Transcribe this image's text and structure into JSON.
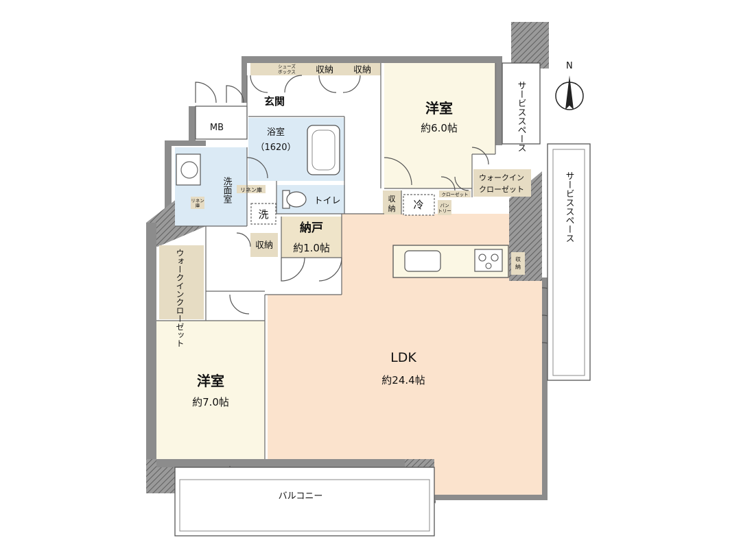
{
  "rooms": {
    "western_room_1": {
      "name": "洋室",
      "size": "約6.0帖",
      "color": "#fbf7e4"
    },
    "western_room_2": {
      "name": "洋室",
      "size": "約7.0帖",
      "color": "#fbf7e4"
    },
    "ldk": {
      "name": "LDK",
      "size": "約24.4帖",
      "color": "#fbe3cd"
    },
    "storage_room": {
      "name": "納戸",
      "size": "約1.0帖",
      "color": "#efe4c9"
    },
    "bathroom": {
      "name": "浴室",
      "size": "（1620）",
      "color": "#dbeaf5"
    },
    "washroom": {
      "name": "洗面室",
      "color": "#dbeaf5"
    },
    "toilet": {
      "name": "トイレ",
      "color": "#dbeaf5"
    },
    "entrance": {
      "name": "玄関"
    }
  },
  "storage": {
    "shoe_box": "シューズボックス",
    "shoe_box_line1": "シューズ",
    "shoe_box_line2": "ボックス",
    "closet_1": "収納",
    "closet_2": "収納",
    "closet_hall": "収納",
    "closet_washroom": "収納",
    "closet_kitchen": "収納",
    "closet_kitchen_line1": "収",
    "closet_kitchen_line2": "納",
    "closet_corridor_line1": "収",
    "closet_corridor_line2": "納",
    "linen": "リネン庫",
    "linen_small_line1": "リネン",
    "linen_small_line2": "庫",
    "closet_small": "クローゼット",
    "pantry_line1": "パン",
    "pantry_line2": "トリー",
    "walk_in_closet_line1": "ウォークイン",
    "walk_in_closet_line2": "クローゼット",
    "walk_in_closet_vertical": "ウォークインクローゼット",
    "storage_color": "#e6dcc3"
  },
  "fixtures": {
    "meter_box": "MB",
    "washing_machine": "洗",
    "refrigerator": "冷"
  },
  "exterior": {
    "balcony": "バルコニー",
    "service_space_right": "サービススペース",
    "service_space_top": "サービススペース",
    "compass": "N"
  }
}
